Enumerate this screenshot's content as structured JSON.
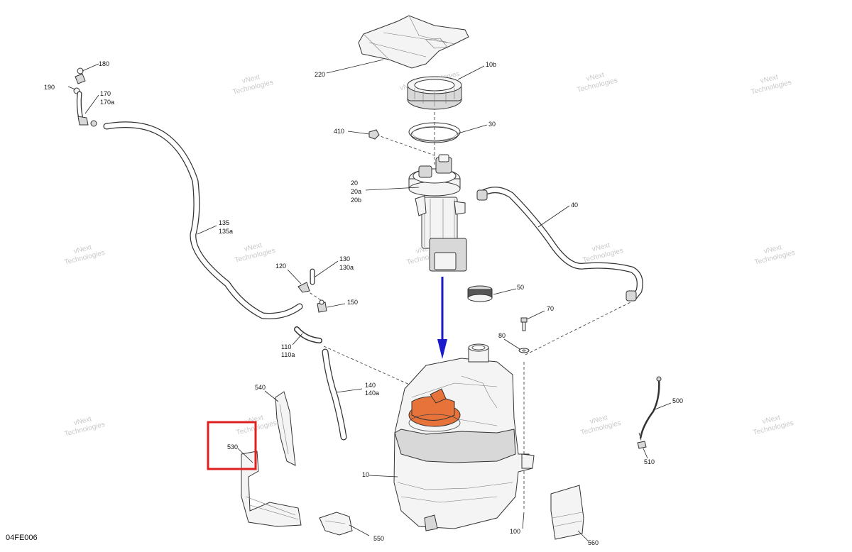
{
  "diagram_code": "04FE006",
  "watermark": {
    "lines": [
      "vNext",
      "Technologies"
    ],
    "inline": "vNext Technologies"
  },
  "highlighted_part": "530",
  "arrow_color": "#1a1acc",
  "highlight_color": "#e02020",
  "tank_neck_color": "#e8733a",
  "callouts": {
    "p10": "10",
    "p10b": "10b",
    "p20": "20",
    "p20a": "20a",
    "p20b": "20b",
    "p30": "30",
    "p40": "40",
    "p50": "50",
    "p70": "70",
    "p80": "80",
    "p100": "100",
    "p110": "110",
    "p110a": "110a",
    "p120": "120",
    "p130": "130",
    "p130a": "130a",
    "p135": "135",
    "p135a": "135a",
    "p140": "140",
    "p140a": "140a",
    "p150": "150",
    "p170": "170",
    "p170a": "170a",
    "p180": "180",
    "p190": "190",
    "p220": "220",
    "p410": "410",
    "p500": "500",
    "p510": "510",
    "p530": "530",
    "p540": "540",
    "p550": "550",
    "p560": "560"
  }
}
